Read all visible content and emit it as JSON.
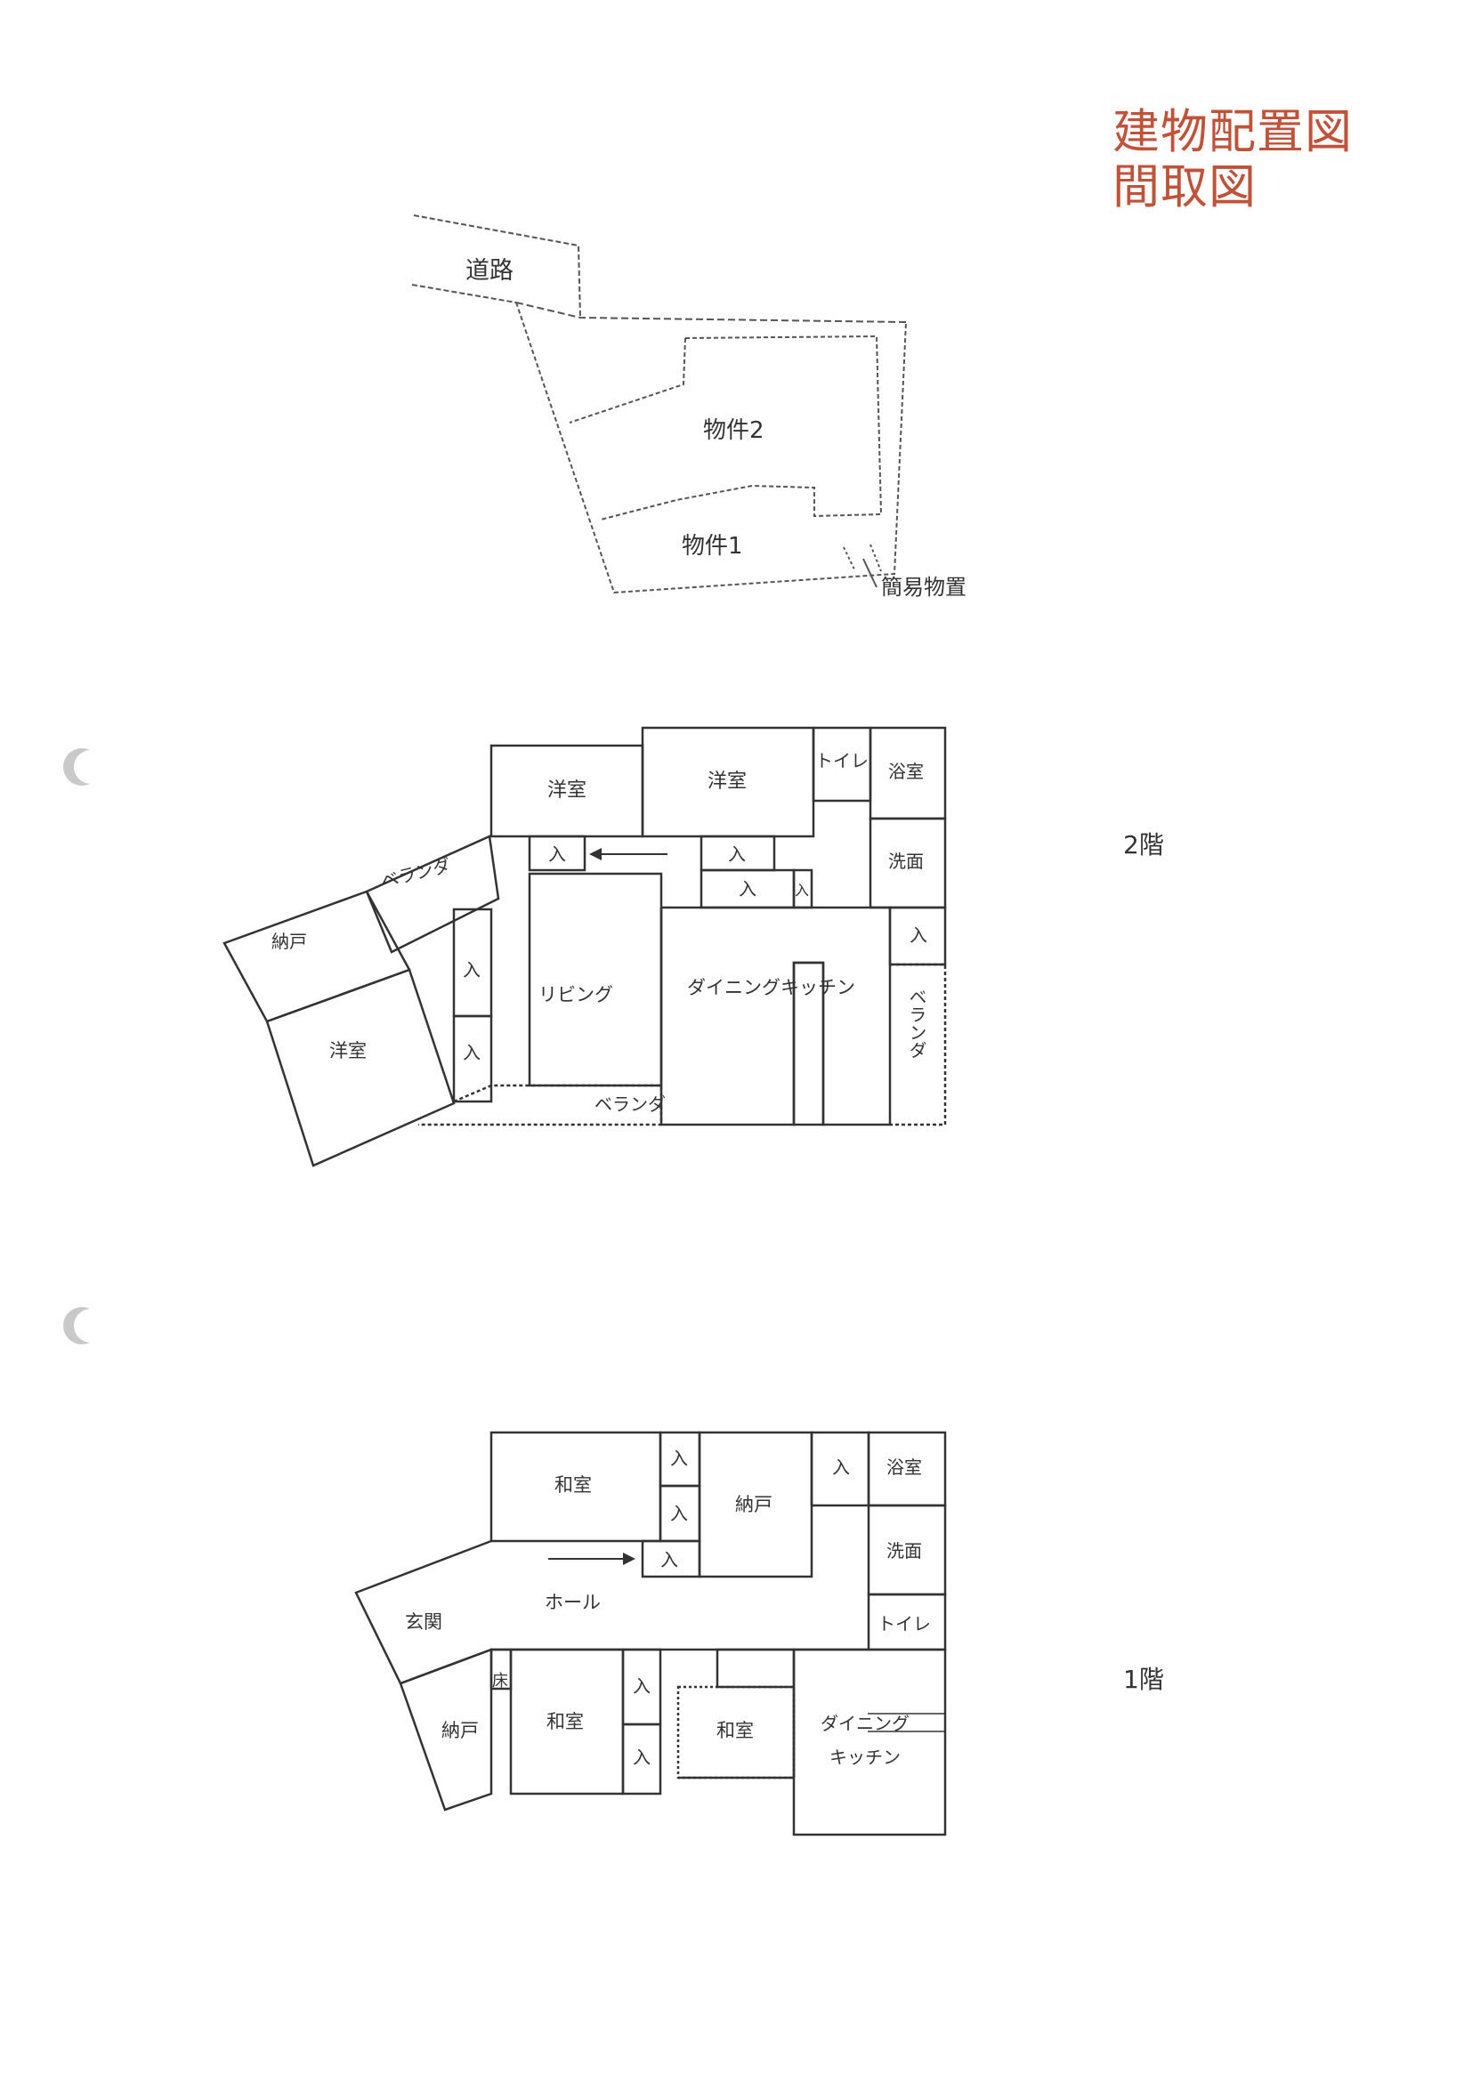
{
  "title": {
    "line1": "建物配置図",
    "line2": "間取図"
  },
  "site_plan": {
    "road": "道路",
    "property2": "物件2",
    "property1": "物件1",
    "storage": "簡易物置"
  },
  "floor2": {
    "label": "2階",
    "rooms": {
      "western_a": "洋室",
      "western_b": "洋室",
      "toilet": "トイレ",
      "bath": "浴室",
      "veranda_top": "ベランダ",
      "closet_1": "入",
      "closet_2": "入",
      "closet_3": "入",
      "closet_4": "入",
      "wash": "洗面",
      "closet_5": "入",
      "storage": "納戸",
      "closet_6": "入",
      "living": "リビング",
      "dining_kitchen": "ダイニングキッチン",
      "veranda_right": "ベランダ",
      "western_c": "洋室",
      "closet_7": "入",
      "veranda_bottom": "ベランダ"
    }
  },
  "floor1": {
    "label": "1階",
    "rooms": {
      "japanese_a": "和室",
      "closet_1": "入",
      "closet_2": "入",
      "storage_a": "納戸",
      "closet_3": "入",
      "bath": "浴室",
      "wash": "洗面",
      "closet_4": "入",
      "entrance": "玄関",
      "hall": "ホール",
      "toilet": "トイレ",
      "alcove": "床",
      "closet_5": "入",
      "closet_6": "入",
      "storage_b": "納戸",
      "japanese_b": "和室",
      "japanese_c": "和室",
      "dining": "ダイニング",
      "kitchen": "キッチン"
    }
  }
}
